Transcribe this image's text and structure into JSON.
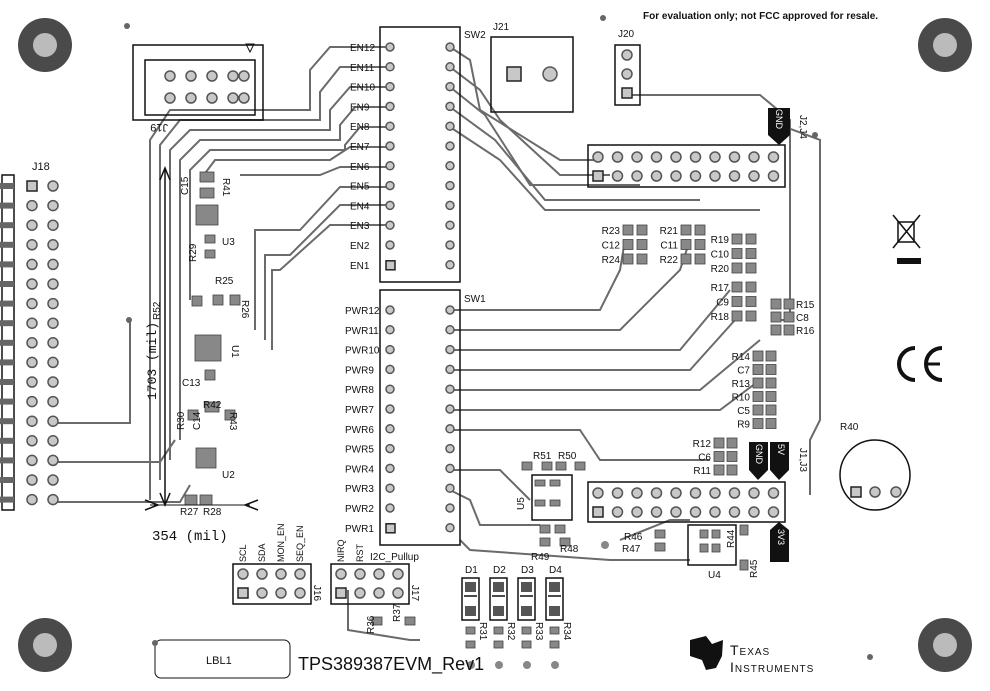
{
  "board": {
    "notice": "For evaluation only; not FCC approved for resale.",
    "title": "TPS389387EVM_Rev1",
    "label_box": "LBL1",
    "brand_line1": "Texas",
    "brand_line2": "Instruments"
  },
  "switches": {
    "sw2": "SW2",
    "sw1": "SW1",
    "en_labels": [
      "EN12",
      "EN11",
      "EN10",
      "EN9",
      "EN8",
      "EN7",
      "EN6",
      "EN5",
      "EN4",
      "EN3",
      "EN2",
      "EN1"
    ],
    "pwr_labels": [
      "PWR12",
      "PWR11",
      "PWR10",
      "PWR9",
      "PWR8",
      "PWR7",
      "PWR6",
      "PWR5",
      "PWR4",
      "PWR3",
      "PWR2",
      "PWR1"
    ]
  },
  "connectors": {
    "j18": "J18",
    "j19": "J19",
    "j21": "J21",
    "j20": "J20",
    "j2_j4": "J2,J4",
    "j1_j3": "J1,J3",
    "j16": "J16",
    "j17": "J17",
    "gnd1": "GND",
    "gnd2": "GND",
    "v5": "5V",
    "v3v3": "3V3",
    "i2c_pullup": "I2C_Pullup",
    "j16_pins": [
      "SCL",
      "SDA",
      "MON_EN",
      "SEQ_EN"
    ],
    "j17_pins": [
      "NIRQ",
      "RST"
    ]
  },
  "dimensions": {
    "vertical": "1703 (mil)",
    "horizontal": "354 (mil)"
  },
  "components_left": [
    "C15",
    "R41",
    "U3",
    "R29",
    "R25",
    "R52",
    "R26",
    "U1",
    "C13",
    "R30",
    "C14",
    "R42",
    "R43",
    "U2",
    "R27",
    "R28"
  ],
  "components_mid_right_a": [
    "R23",
    "C12",
    "R24"
  ],
  "components_mid_right_b": [
    "R21",
    "C11",
    "R22"
  ],
  "components_right_a": [
    "R19",
    "C10",
    "R20",
    "R17",
    "C9",
    "R18"
  ],
  "components_right_b": [
    "R15",
    "C8",
    "R16"
  ],
  "components_right_c": [
    "R14",
    "C7",
    "R13",
    "R10",
    "C5",
    "R9"
  ],
  "components_right_d": [
    "R12",
    "C6",
    "R11"
  ],
  "components_bottom": [
    "R51",
    "R50",
    "U5",
    "R49",
    "R48",
    "R46",
    "R47",
    "R44",
    "U4",
    "R45",
    "D1",
    "D2",
    "D3",
    "D4",
    "R31",
    "R32",
    "R33",
    "R34",
    "R36",
    "R37",
    "R40"
  ]
}
